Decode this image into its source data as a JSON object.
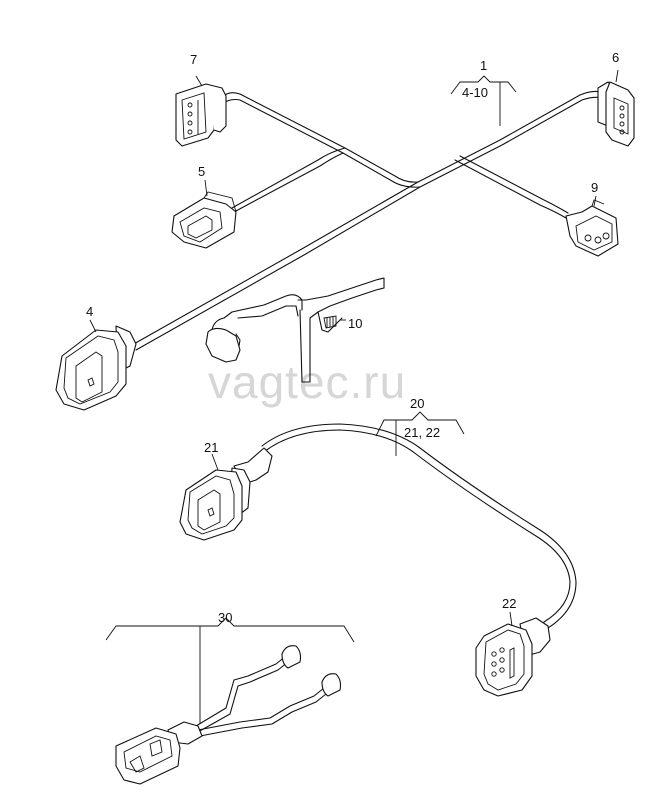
{
  "watermark": "vagtec.ru",
  "callouts": {
    "c1": "1",
    "c1_range": "4-10",
    "c4": "4",
    "c5": "5",
    "c6": "6",
    "c7": "7",
    "c9": "9",
    "c10": "10",
    "c20": "20",
    "c20_range": "21, 22",
    "c21": "21",
    "c22": "22",
    "c30": "30"
  }
}
